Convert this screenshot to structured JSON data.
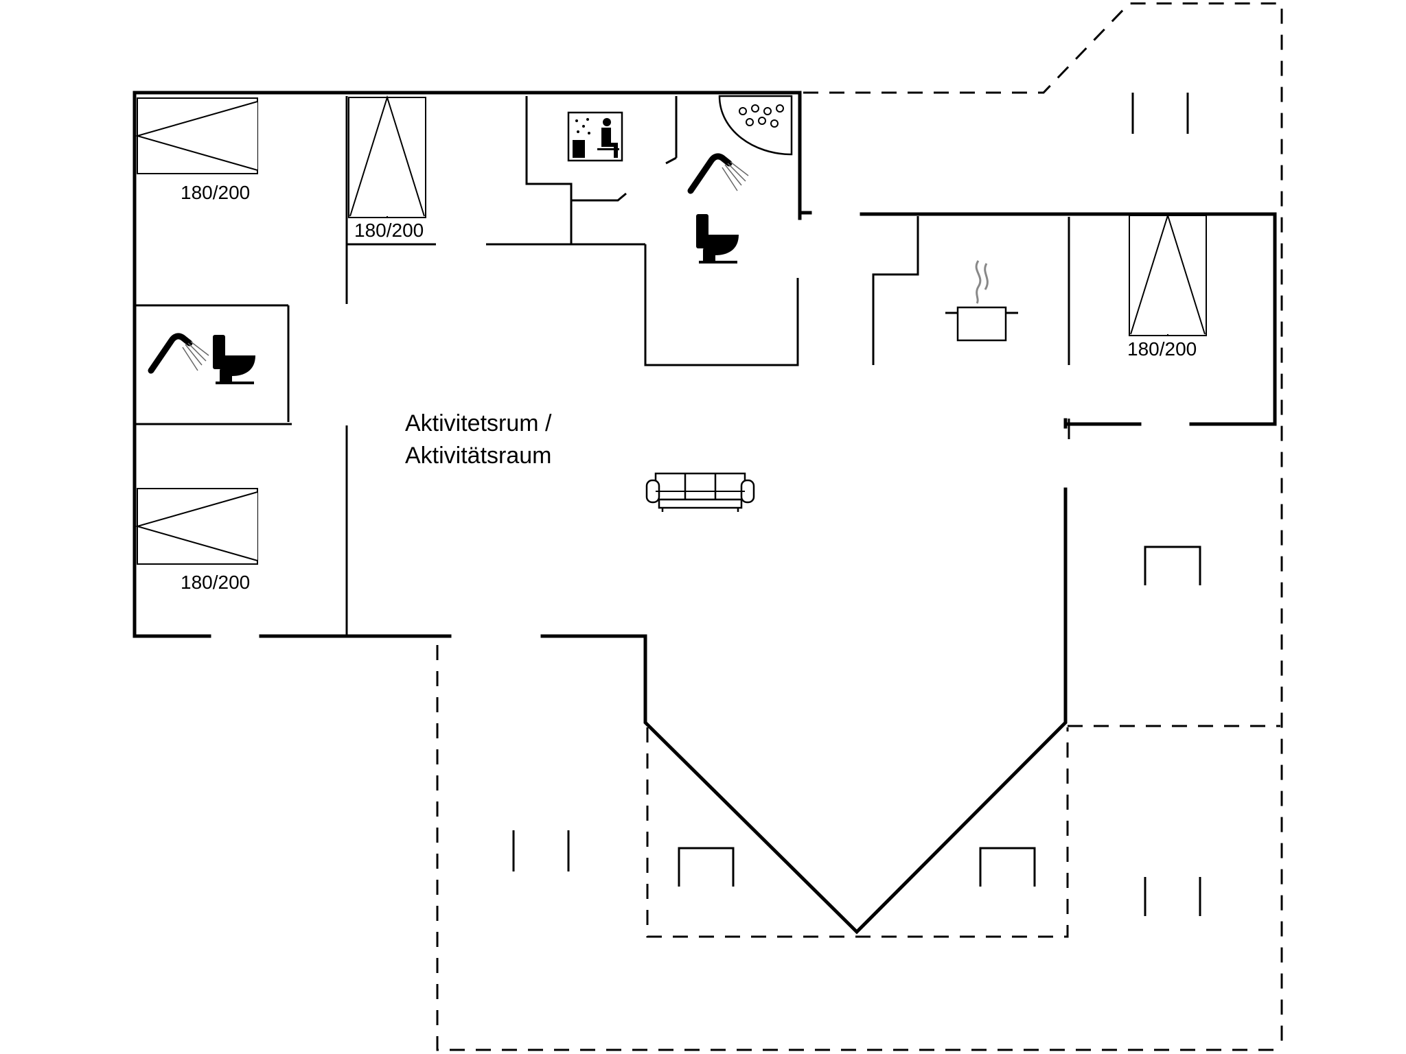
{
  "rooms": {
    "main_room_line1": "Aktivitetsrum /",
    "main_room_line2": "Aktivitätsraum"
  },
  "beds": [
    {
      "label": "180/200"
    },
    {
      "label": "180/200"
    },
    {
      "label": "180/200"
    },
    {
      "label": "180/200"
    }
  ],
  "icons": [
    "shower-icon",
    "toilet-icon",
    "sauna-icon",
    "whirlpool-icon",
    "cooking-pot-icon",
    "sofa-icon"
  ]
}
